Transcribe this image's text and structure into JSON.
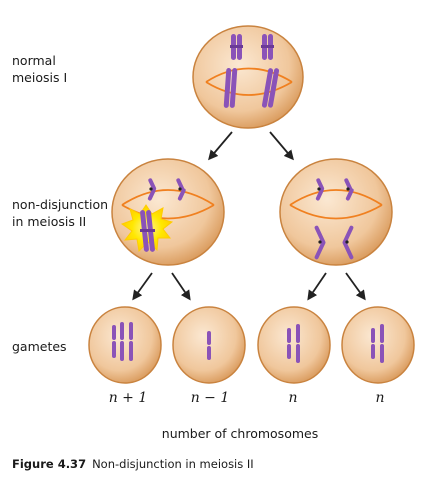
{
  "labels": {
    "normal": "normal\nmeiosis I",
    "nondisjunction": "non-disjunction\nin meiosis II",
    "gametes": "gametes"
  },
  "gamete_counts": [
    "n + 1",
    "n − 1",
    "n",
    "n"
  ],
  "axis_label": "number of chromosomes",
  "caption": {
    "figure": "Figure 4.37",
    "text": "Non-disjunction in meiosis II"
  },
  "colors": {
    "cell_fill": "#f1c9a1",
    "cell_edge": "#c9833f",
    "spindle": "#f08020",
    "chromosome": "#8a53b8",
    "error_highlight": "#ffe800",
    "arrow": "#222222"
  }
}
